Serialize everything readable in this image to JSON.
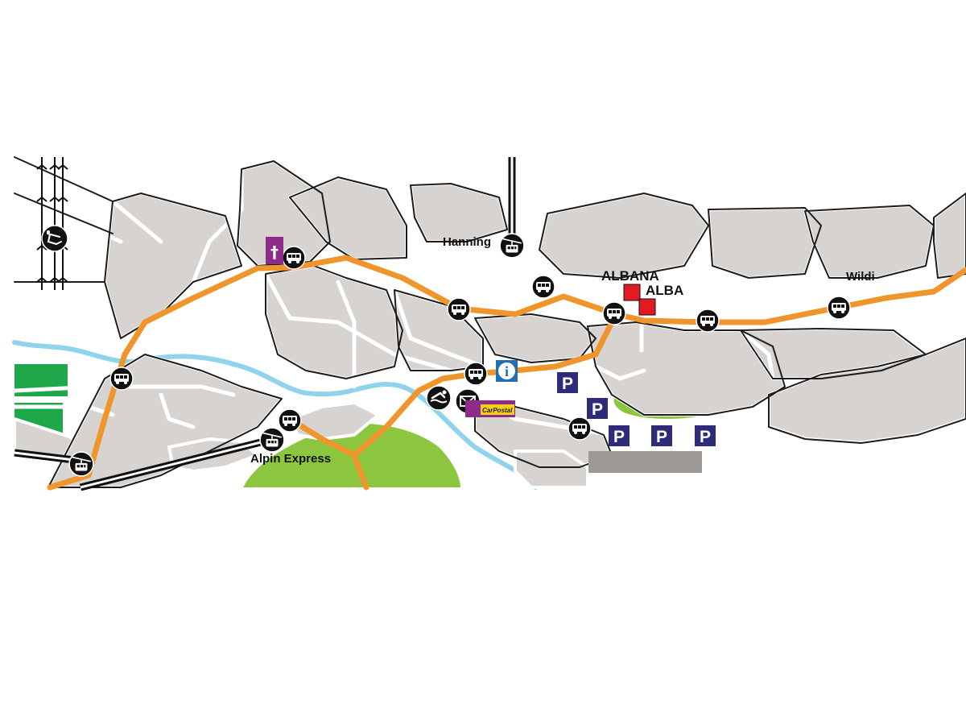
{
  "labels": {
    "hanning": "Hanning",
    "albana": "ALBANA",
    "alba": "ALBA",
    "wildi": "Wildi",
    "alpin_express": "Alpin Express"
  },
  "carpostal": {
    "brand": "CarPostal"
  },
  "info": {
    "glyph": "i"
  },
  "parking": {
    "glyph": "P"
  },
  "church": {
    "glyph": "†"
  },
  "colors": {
    "road": "#f0952b",
    "blocks": "#d6d3d1",
    "green": "#8cc63f",
    "sport_field": "#1fa84a",
    "river": "#8fd3ec",
    "parking_bg": "#2e2c7a",
    "info_bg": "#1f6fb2",
    "hotel": "#e21b22",
    "church": "#8e2a8a",
    "carpostal": "#8e2a8a",
    "carpostal_badge": "#f7d117",
    "area": "#9d9896"
  },
  "icons": [
    "bus-stop-icon",
    "cable-car-icon",
    "ski-lift-icon",
    "swimming-icon",
    "post-office-icon",
    "info-icon",
    "parking-icon",
    "church-icon",
    "hotel-icon"
  ]
}
